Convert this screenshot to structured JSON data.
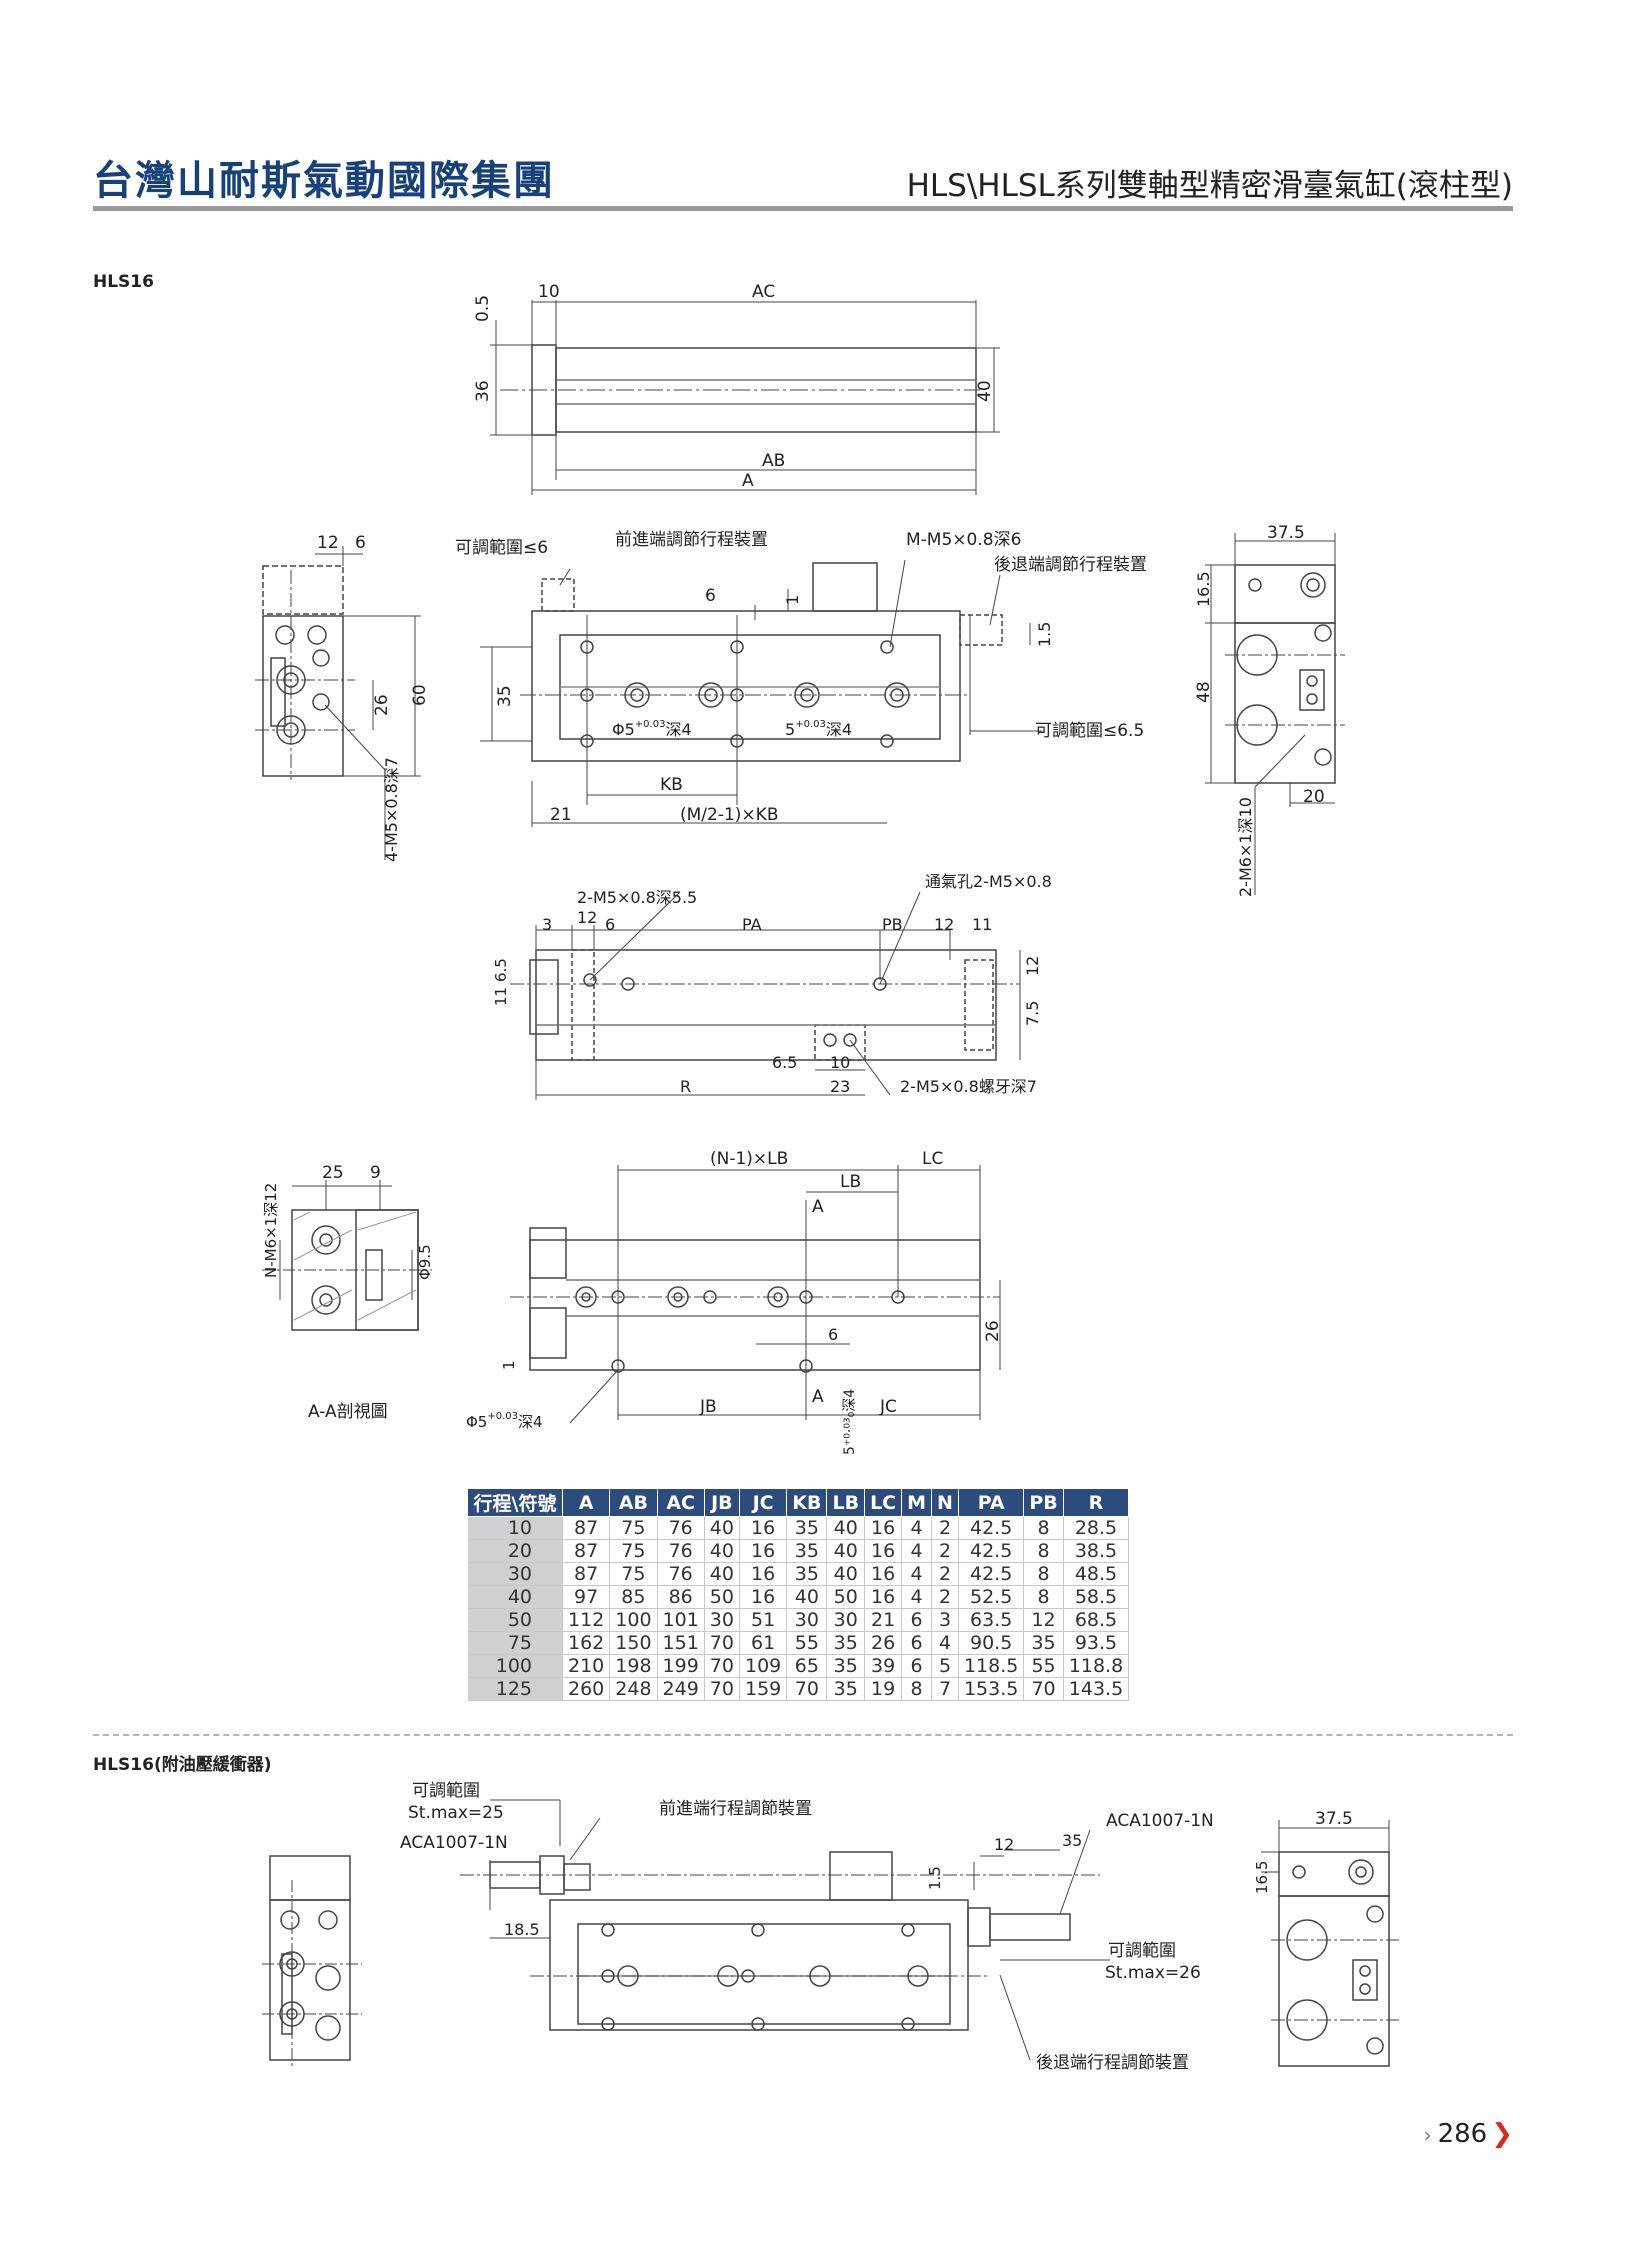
{
  "header": {
    "brand": "台灣山耐斯氣動國際集團",
    "series_title": "HLS\\HLSL系列雙軸型精密滑臺氣缸(滾柱型)"
  },
  "section_main": {
    "label": "HLS16",
    "top_view": {
      "dims": [
        "10",
        "AC",
        "0.5",
        "36",
        "40",
        "AB",
        "A"
      ]
    },
    "side_view": {
      "left_dims": [
        "12",
        "6",
        "26",
        "60"
      ],
      "left_note": "4-M5×0.8深7",
      "adjust_left": "可調範圍≤6",
      "forward_adjust": "前進端調節行程裝置",
      "thread_top": "M-M5×0.8深6",
      "backward_adjust": "後退端調節行程裝置",
      "dims": [
        "6",
        "1",
        "1.5",
        "35",
        "KB",
        "21",
        "(M/2-1)×KB"
      ],
      "hole_a": "Φ5",
      "hole_b": "5",
      "tol": "+0.03",
      "tol_low": "0",
      "depth4": "深4",
      "adjust_right": "可調範圍≤6.5",
      "right_dims": [
        "37.5",
        "16.5",
        "48",
        "20"
      ],
      "right_note": "2-M6×1深10"
    },
    "bottom_view": {
      "note_a": "2-M5×0.8深5.5",
      "note_b": "通氣孔2-M5×0.8",
      "note_c": "2-M5×0.8螺牙深7",
      "dims": [
        "12",
        "3",
        "6",
        "PA",
        "PB",
        "12",
        "11",
        "6.5",
        "11",
        "12",
        "7.5",
        "6.5",
        "10",
        "R",
        "23"
      ]
    },
    "section_view": {
      "dims": [
        "25",
        "9",
        "Φ9.5"
      ],
      "note": "N-M6×1深12",
      "caption": "A-A剖視圖"
    },
    "front_view": {
      "dims": [
        "(N-1)×LB",
        "LC",
        "LB",
        "A",
        "26",
        "6",
        "1",
        "A",
        "JB",
        "JC"
      ],
      "hole": "Φ5",
      "tol": "+0.03",
      "tol_low": "0",
      "depth4": "深4",
      "vert_note": "5⁺⁰·⁰³₀深4"
    }
  },
  "spec_table": {
    "headers": [
      "行程\\符號",
      "A",
      "AB",
      "AC",
      "JB",
      "JC",
      "KB",
      "LB",
      "LC",
      "M",
      "N",
      "PA",
      "PB",
      "R"
    ],
    "rows": [
      [
        "10",
        "87",
        "75",
        "76",
        "40",
        "16",
        "35",
        "40",
        "16",
        "4",
        "2",
        "42.5",
        "8",
        "28.5"
      ],
      [
        "20",
        "87",
        "75",
        "76",
        "40",
        "16",
        "35",
        "40",
        "16",
        "4",
        "2",
        "42.5",
        "8",
        "38.5"
      ],
      [
        "30",
        "87",
        "75",
        "76",
        "40",
        "16",
        "35",
        "40",
        "16",
        "4",
        "2",
        "42.5",
        "8",
        "48.5"
      ],
      [
        "40",
        "97",
        "85",
        "86",
        "50",
        "16",
        "40",
        "50",
        "16",
        "4",
        "2",
        "52.5",
        "8",
        "58.5"
      ],
      [
        "50",
        "112",
        "100",
        "101",
        "30",
        "51",
        "30",
        "30",
        "21",
        "6",
        "3",
        "63.5",
        "12",
        "68.5"
      ],
      [
        "75",
        "162",
        "150",
        "151",
        "70",
        "61",
        "55",
        "35",
        "26",
        "6",
        "4",
        "90.5",
        "35",
        "93.5"
      ],
      [
        "100",
        "210",
        "198",
        "199",
        "70",
        "109",
        "65",
        "35",
        "39",
        "6",
        "5",
        "118.5",
        "55",
        "118.8"
      ],
      [
        "125",
        "260",
        "248",
        "249",
        "70",
        "159",
        "70",
        "35",
        "19",
        "8",
        "7",
        "153.5",
        "70",
        "143.5"
      ]
    ]
  },
  "section_buffer": {
    "label": "HLS16(附油壓緩衝器)",
    "adjust_left_title": "可調範圍",
    "adjust_left_value": "St.max=25",
    "model_left": "ACA1007-1N",
    "forward_adjust": "前進端行程調節裝置",
    "dim_185": "18.5",
    "dim_15": "1.5",
    "dim_12": "12",
    "dim_35": "35",
    "model_right": "ACA1007-1N",
    "adjust_right_title": "可調範圍",
    "adjust_right_value": "St.max=26",
    "backward_adjust": "後退端行程調節裝置",
    "right_dims": [
      "37.5",
      "16.5"
    ]
  },
  "footer": {
    "page_number": "286"
  }
}
